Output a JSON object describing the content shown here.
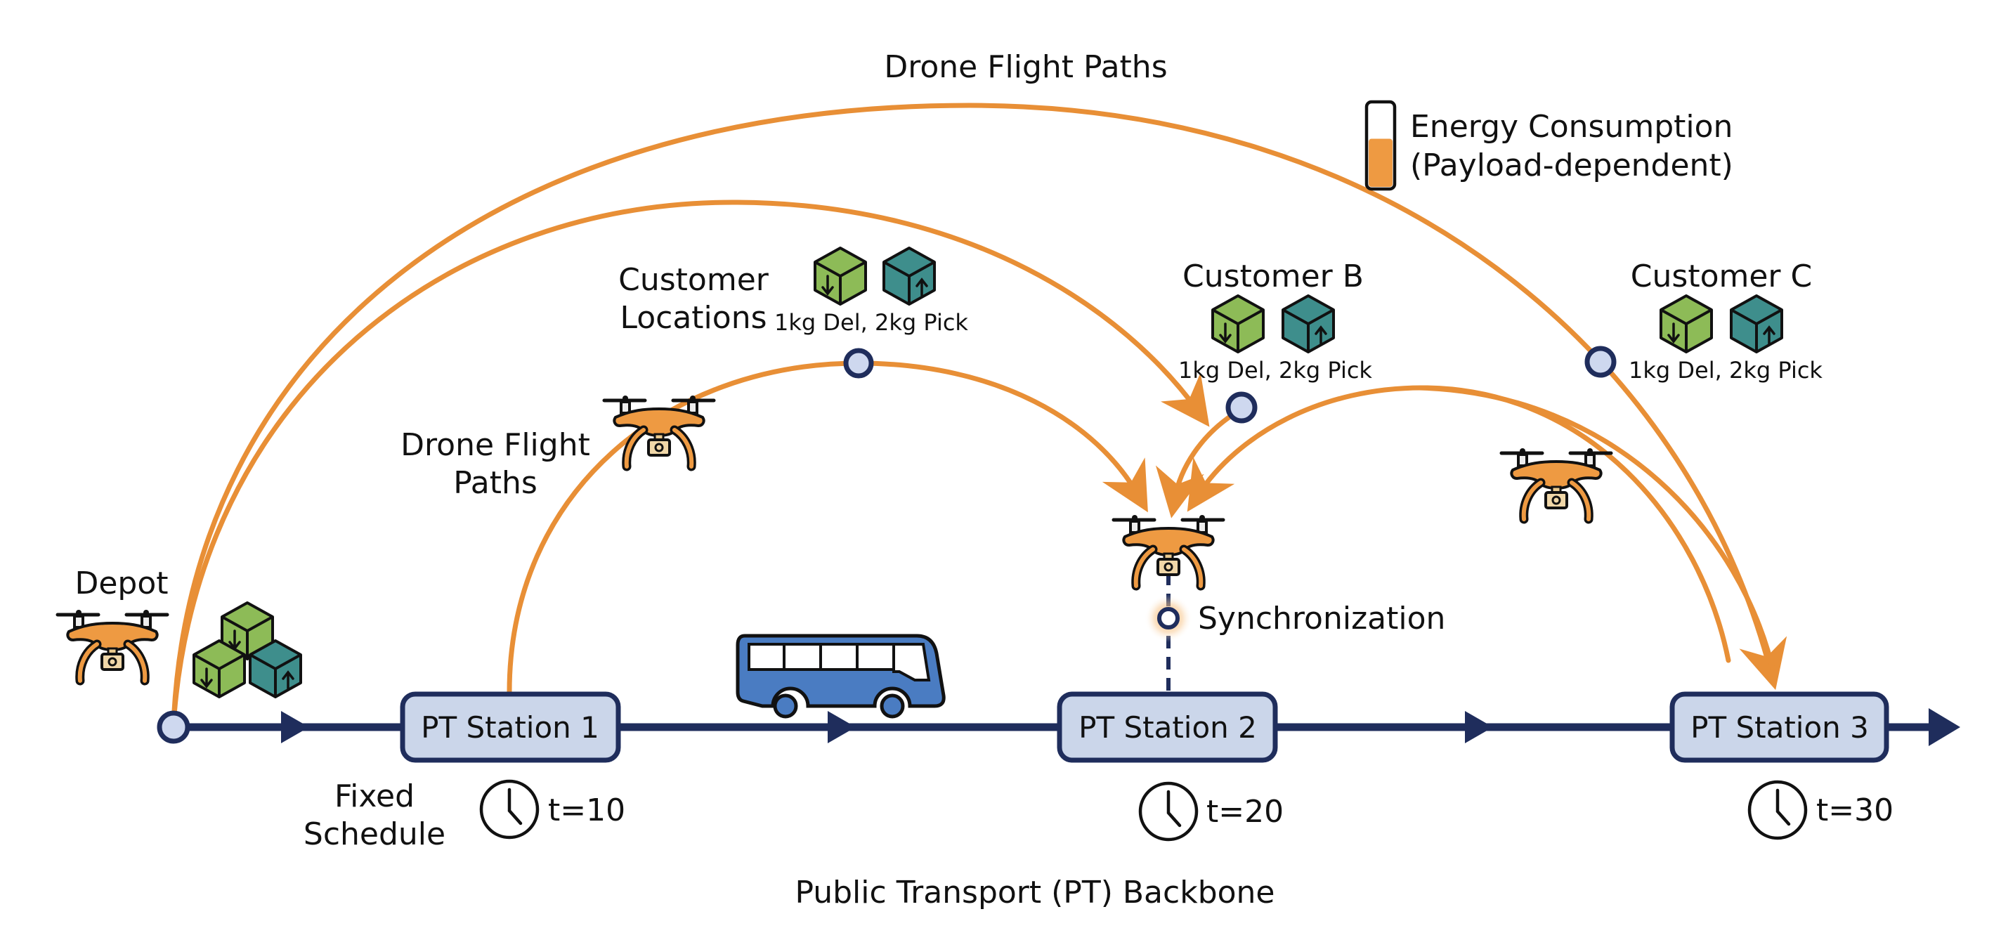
{
  "title": "Drone Flight Paths",
  "legend": {
    "energy_line1": "Energy Consumption",
    "energy_line2": "(Payload-dependent)",
    "energy_fill_fraction": 0.58
  },
  "labels": {
    "drone_flight_paths_line1": "Drone Flight",
    "drone_flight_paths_line2": "Paths",
    "customer_locations_line1": "Customer",
    "customer_locations_line2": "Locations",
    "depot": "Depot",
    "synchronization": "Synchronization",
    "fixed_schedule_line1": "Fixed",
    "fixed_schedule_line2": "Schedule",
    "backbone": "Public Transport (PT) Backbone"
  },
  "customers": [
    {
      "name": "",
      "payload": "1kg Del, 2kg Pick"
    },
    {
      "name": "Customer B",
      "payload": "1kg Del, 2kg Pick"
    },
    {
      "name": "Customer C",
      "payload": "1kg Del, 2kg Pick"
    }
  ],
  "stations": [
    {
      "label": "PT Station 1",
      "time": "t=10"
    },
    {
      "label": "PT Station 2",
      "time": "t=20"
    },
    {
      "label": "PT Station 3",
      "time": "t=30"
    }
  ],
  "colors": {
    "drone_path": "#E88F36",
    "backbone": "#1F2D5C",
    "station_fill": "#CBD6EA",
    "node_fill": "#CED8EF",
    "delivery_box": "#8DBB57",
    "pickup_box": "#3E8E8C",
    "bus": "#4A7CC2",
    "drone_body": "#EE9A42"
  }
}
